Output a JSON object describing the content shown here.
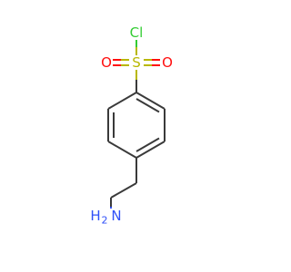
{
  "colors": {
    "bond": "#3a3a3a",
    "chlorine": "#33cc33",
    "sulfur": "#b8b800",
    "oxygen": "#ff0d0d",
    "nitrogen": "#3050f8"
  },
  "atoms": {
    "chlorine": "Cl",
    "sulfur": "S",
    "oxygen_left": "O",
    "oxygen_right": "O",
    "nitrogen_h": "H",
    "nitrogen_n": "N",
    "nitrogen_h2": "2"
  }
}
